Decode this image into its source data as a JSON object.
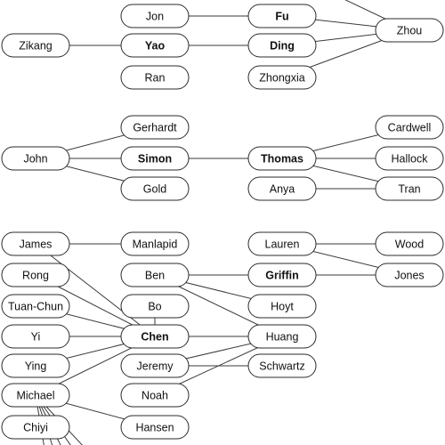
{
  "nodes": [
    {
      "id": "jon",
      "label": "Jon",
      "bold": false
    },
    {
      "id": "fu",
      "label": "Fu",
      "bold": true
    },
    {
      "id": "zhou",
      "label": "Zhou",
      "bold": false
    },
    {
      "id": "zikang",
      "label": "Zikang",
      "bold": false
    },
    {
      "id": "yao",
      "label": "Yao",
      "bold": true
    },
    {
      "id": "ding",
      "label": "Ding",
      "bold": true
    },
    {
      "id": "ran",
      "label": "Ran",
      "bold": false
    },
    {
      "id": "zhongxia",
      "label": "Zhongxia",
      "bold": false
    },
    {
      "id": "gerhardt",
      "label": "Gerhardt",
      "bold": false
    },
    {
      "id": "cardwell",
      "label": "Cardwell",
      "bold": false
    },
    {
      "id": "john",
      "label": "John",
      "bold": false
    },
    {
      "id": "simon",
      "label": "Simon",
      "bold": true
    },
    {
      "id": "thomas",
      "label": "Thomas",
      "bold": true
    },
    {
      "id": "hallock",
      "label": "Hallock",
      "bold": false
    },
    {
      "id": "gold",
      "label": "Gold",
      "bold": false
    },
    {
      "id": "anya",
      "label": "Anya",
      "bold": false
    },
    {
      "id": "tran",
      "label": "Tran",
      "bold": false
    },
    {
      "id": "james",
      "label": "James",
      "bold": false
    },
    {
      "id": "manlapid",
      "label": "Manlapid",
      "bold": false
    },
    {
      "id": "lauren",
      "label": "Lauren",
      "bold": false
    },
    {
      "id": "wood",
      "label": "Wood",
      "bold": false
    },
    {
      "id": "rong",
      "label": "Rong",
      "bold": false
    },
    {
      "id": "ben",
      "label": "Ben",
      "bold": false
    },
    {
      "id": "griffin",
      "label": "Griffin",
      "bold": true
    },
    {
      "id": "jones",
      "label": "Jones",
      "bold": false
    },
    {
      "id": "tuanchun",
      "label": "Tuan-Chun",
      "bold": false
    },
    {
      "id": "bo",
      "label": "Bo",
      "bold": false
    },
    {
      "id": "hoyt",
      "label": "Hoyt",
      "bold": false
    },
    {
      "id": "yi",
      "label": "Yi",
      "bold": false
    },
    {
      "id": "chen",
      "label": "Chen",
      "bold": true
    },
    {
      "id": "huang",
      "label": "Huang",
      "bold": false
    },
    {
      "id": "ying",
      "label": "Ying",
      "bold": false
    },
    {
      "id": "jeremy",
      "label": "Jeremy",
      "bold": false
    },
    {
      "id": "schwartz",
      "label": "Schwartz",
      "bold": false
    },
    {
      "id": "michael",
      "label": "Michael",
      "bold": false
    },
    {
      "id": "noah",
      "label": "Noah",
      "bold": false
    },
    {
      "id": "chiyi",
      "label": "Chiyi",
      "bold": false
    },
    {
      "id": "hansen",
      "label": "Hansen",
      "bold": false
    }
  ],
  "edges": [
    [
      "zikang",
      "yao"
    ],
    [
      "yao",
      "ding"
    ],
    [
      "jon",
      "fu"
    ],
    [
      "fu",
      "zhou"
    ],
    [
      "ding",
      "zhou"
    ],
    [
      "zhongxia",
      "zhou"
    ],
    [
      "john",
      "gerhardt"
    ],
    [
      "john",
      "simon"
    ],
    [
      "john",
      "gold"
    ],
    [
      "simon",
      "thomas"
    ],
    [
      "thomas",
      "cardwell"
    ],
    [
      "thomas",
      "hallock"
    ],
    [
      "thomas",
      "tran"
    ],
    [
      "anya",
      "tran"
    ],
    [
      "james",
      "manlapid"
    ],
    [
      "lauren",
      "wood"
    ],
    [
      "lauren",
      "jones"
    ],
    [
      "griffin",
      "jones"
    ],
    [
      "ben",
      "griffin"
    ],
    [
      "ben",
      "hoyt"
    ],
    [
      "ben",
      "huang"
    ],
    [
      "james",
      "chen"
    ],
    [
      "rong",
      "chen"
    ],
    [
      "tuanchun",
      "chen"
    ],
    [
      "yi",
      "chen"
    ],
    [
      "ying",
      "chen"
    ],
    [
      "michael",
      "chen"
    ],
    [
      "bo",
      "chen"
    ],
    [
      "chen",
      "huang"
    ],
    [
      "jeremy",
      "huang"
    ],
    [
      "jeremy",
      "schwartz"
    ],
    [
      "noah",
      "huang"
    ],
    [
      "michael",
      "hansen"
    ]
  ],
  "offscreen_edges": [
    {
      "from": "zhou",
      "direction": "up"
    },
    {
      "from": "michael",
      "direction": "down"
    }
  ]
}
